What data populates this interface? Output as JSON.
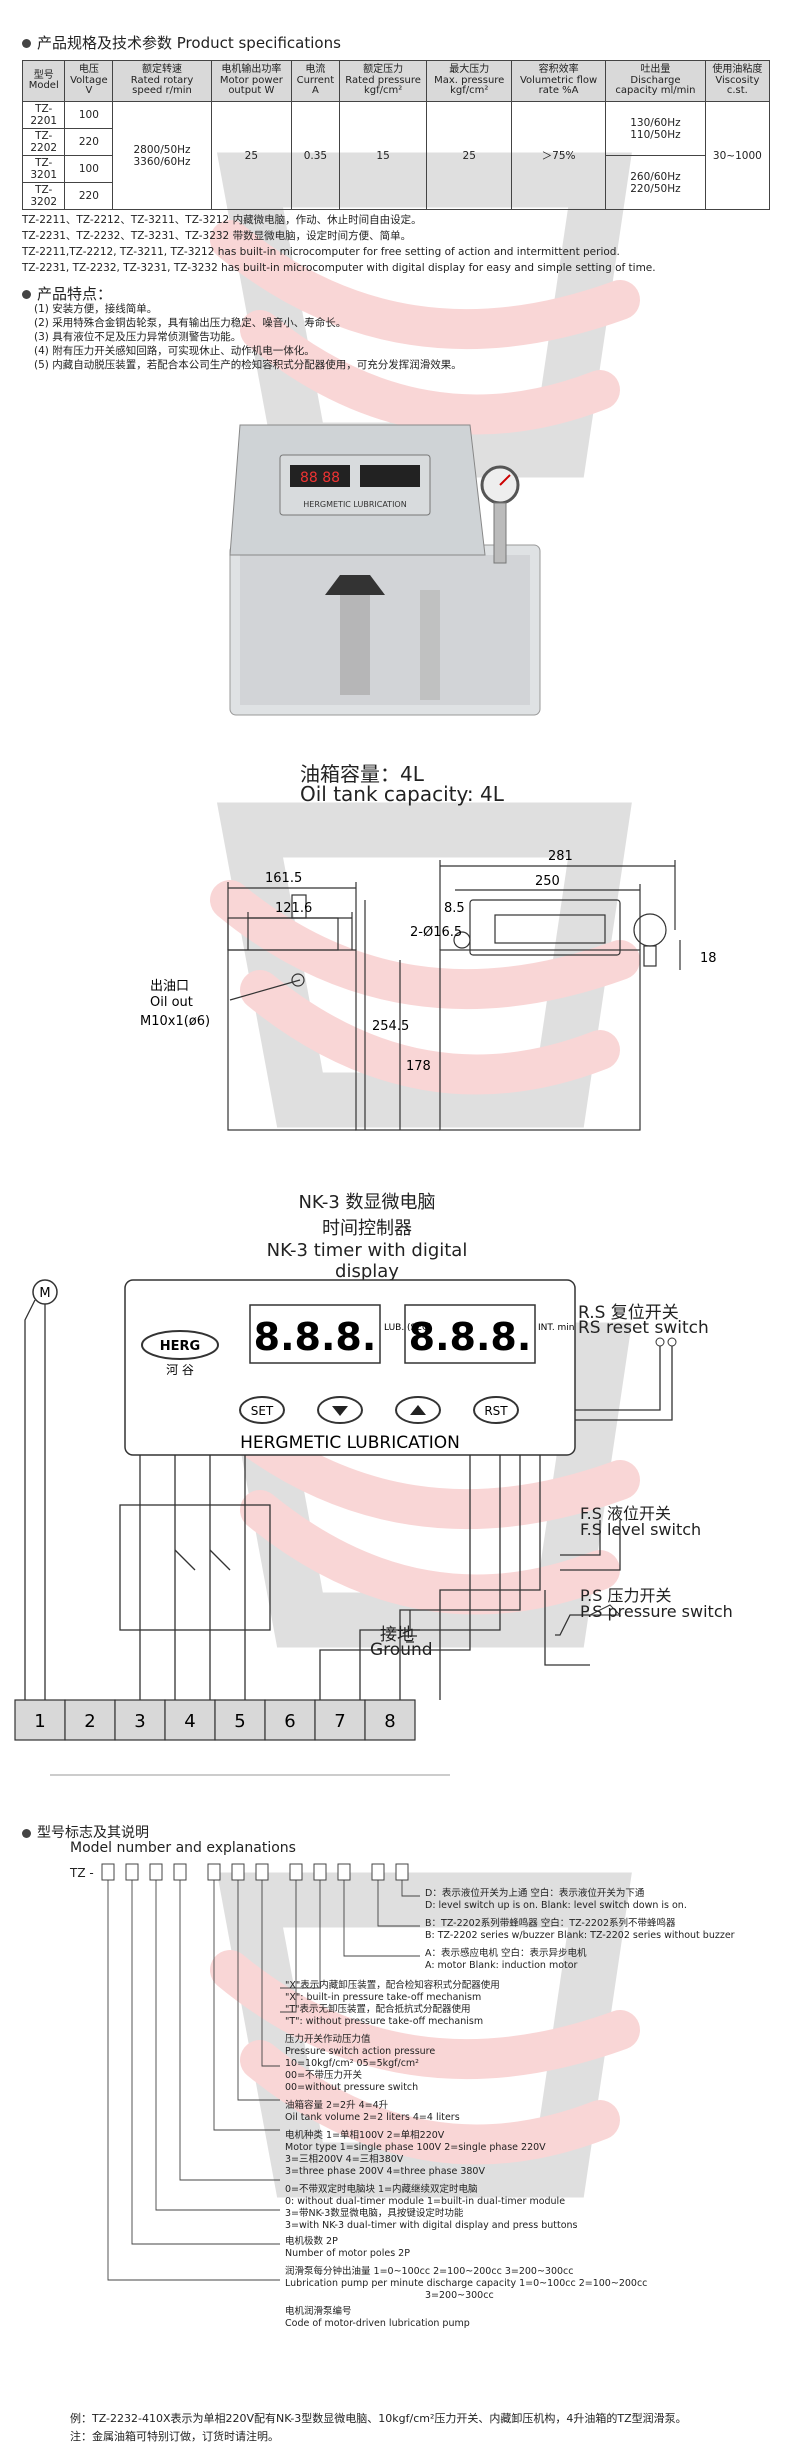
{
  "spec_section": {
    "title": "产品规格及技术参数  Product specifications"
  },
  "spec_table": {
    "headers": [
      {
        "cn": "型号",
        "en": "Model"
      },
      {
        "cn": "电压",
        "en": "Voltage V"
      },
      {
        "cn": "额定转速",
        "en": "Rated rotary speed r/min"
      },
      {
        "cn": "电机输出功率",
        "en": "Motor power output W"
      },
      {
        "cn": "电流",
        "en": "Current A"
      },
      {
        "cn": "额定压力",
        "en": "Rated pressure kgf/cm²"
      },
      {
        "cn": "最大压力",
        "en": "Max. pressure kgf/cm²"
      },
      {
        "cn": "容积效率",
        "en": "Volumetric flow rate %A"
      },
      {
        "cn": "吐出量",
        "en": "Discharge capacity ml/min"
      },
      {
        "cn": "使用油粘度",
        "en": "Viscosity c.st."
      }
    ],
    "models": [
      {
        "model": "TZ-2201",
        "voltage": "100"
      },
      {
        "model": "TZ-2202",
        "voltage": "220"
      },
      {
        "model": "TZ-3201",
        "voltage": "100"
      },
      {
        "model": "TZ-3202",
        "voltage": "220"
      }
    ],
    "speed_a": "2800/50Hz",
    "speed_b": "3360/60Hz",
    "power": "25",
    "current": "0.35",
    "rated_pressure": "15",
    "max_pressure": "25",
    "flow_rate": "＞75%",
    "discharge_1a": "130/60Hz",
    "discharge_1b": "110/50Hz",
    "discharge_2a": "260/60Hz",
    "discharge_2b": "220/50Hz",
    "viscosity": "30~1000"
  },
  "notes": [
    "TZ-2211、TZ-2212、TZ-3211、TZ-3212 内藏微电脑，作动、休止时间自由设定。",
    "TZ-2231、TZ-2232、TZ-3231、TZ-3232 带数显微电脑，设定时间方便、简单。",
    "TZ-2211,TZ-2212, TZ-3211, TZ-3212 has built-in microcomputer for free setting of action and intermittent period.",
    "TZ-2231, TZ-2232, TZ-3231, TZ-3232 has built-in microcomputer with digital display for easy and simple setting of time."
  ],
  "features": {
    "title": "产品特点：",
    "items": [
      "(1) 安装方便，接线简单。",
      "(2) 采用特殊合金铜齿轮泵，具有输出压力稳定、噪音小、寿命长。",
      "(3) 具有液位不足及压力异常侦测警告功能。",
      "(4) 附有压力开关感知回路，可实现休止、动作机电一体化。",
      "(5) 内藏自动脱压装置，若配合本公司生产的检知容积式分配器使用，可充分发挥润滑效果。"
    ]
  },
  "product_photo": {
    "panel_label": "HERGMETIC LUBRICATION",
    "display_digits": "88 88"
  },
  "tank": {
    "cn": "油箱容量：4L",
    "en": "Oil tank capacity: 4L"
  },
  "drawing": {
    "dim_161": "161.5",
    "dim_121": "121.6",
    "dim_281": "281",
    "dim_250": "250",
    "dim_85": "8.5",
    "dim_hole": "2-Ø16.5",
    "dim_18": "18",
    "dim_2545": "254.5",
    "dim_178": "178",
    "oil_out_cn": "出油口",
    "oil_out_en": "Oil out",
    "oil_out_thread": "M10x1(ø6)"
  },
  "timer": {
    "title_cn_1": "NK-3  数显微电脑",
    "title_cn_2": "时间控制器",
    "title_en_1": "NK-3 timer with digital",
    "title_en_2": "display",
    "digits_left": "8.8.8.",
    "digits_right": "8.8.8.",
    "lub_label": "LUB. (SEC)",
    "int_label": "INT. min",
    "brand_en": "HERG",
    "brand_cn": "河 谷",
    "btn_set": "SET",
    "btn_rst": "RST",
    "panel_name": "HERGMETIC  LUBRICATION",
    "motor_symbol": "M",
    "rs_cn": "R.S  复位开关",
    "rs_en": "RS reset switch",
    "fs_cn": "F.S  液位开关",
    "fs_en": "F.S level switch",
    "ps_cn": "P.S  压力开关",
    "ps_en": "P.S pressure switch",
    "ground_cn": "接地",
    "ground_en": "Ground",
    "terminals": [
      "1",
      "2",
      "3",
      "4",
      "5",
      "6",
      "7",
      "8"
    ]
  },
  "model_section": {
    "title_cn": "型号标志及其说明",
    "title_en": "Model number and explanations",
    "prefix": "TZ -",
    "explanations": [
      "D：表示液位开关为上通    空白：表示液位开关为下通",
      "D: level switch up is on.    Blank: level switch down is on.",
      "B：TZ-2202系列带蜂鸣器    空白：TZ-2202系列不带蜂鸣器",
      "B: TZ-2202 series w/buzzer  Blank: TZ-2202 series without buzzer",
      "A：表示感应电机    空白：表示异步电机",
      "A: motor    Blank: induction motor",
      "\"X\"表示内藏卸压装置，配合检知容积式分配器使用",
      "\"X\": built-in pressure take-off mechanism",
      "\"T\"表示无卸压装置，配合抵抗式分配器使用",
      "\"T\": without pressure take-off mechanism",
      "压力开关作动压力值",
      "Pressure switch action pressure",
      "10=10kgf/cm²  05=5kgf/cm²",
      "00=不带压力开关",
      "00=without pressure switch",
      "油箱容量  2=2升  4=4升",
      "Oil tank volume  2=2 liters  4=4 liters",
      "电机种类  1=单相100V  2=单相220V",
      "Motor type 1=single phase 100V  2=single phase 220V",
      "3=三相200V  4=三相380V",
      "3=three phase 200V  4=three phase 380V",
      "0=不带双定时电脑块  1=内藏继续双定时电脑",
      "0: without dual-timer module  1=built-in dual-timer module",
      "3=带NK-3数显微电脑，具按键设定时功能",
      "3=with NK-3 dual-timer with digital display and press buttons",
      "电机极数 2P",
      "Number of motor poles 2P",
      "润滑泵每分钟出油量  1=0~100cc  2=100~200cc  3=200~300cc",
      "Lubrication pump per minute discharge capacity  1=0~100cc 2=100~200cc",
      "3=200~300cc",
      "电机润滑泵编号",
      "Code of motor-driven lubrication pump"
    ]
  },
  "footer": {
    "example": "例：TZ-2232-410X表示为单相220V配有NK-3型数显微电脑、10kgf/cm²压力开关、内藏卸压机构，4升油箱的TZ型润滑泵。",
    "note": "注：金属油箱可特别订做，订货时请注明。"
  }
}
